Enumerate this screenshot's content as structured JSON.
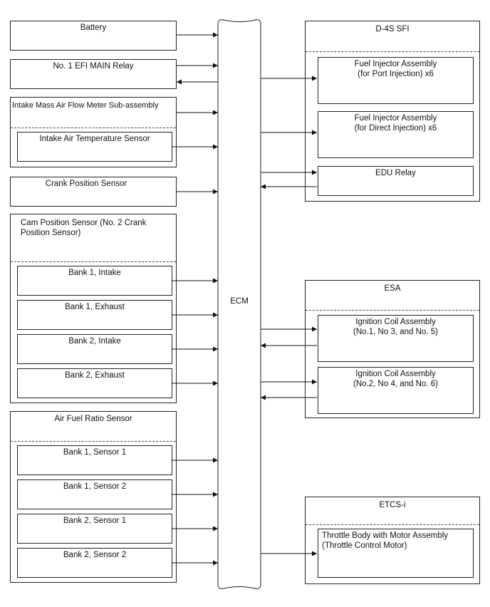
{
  "ecm": {
    "label": "ECM"
  },
  "left": {
    "battery": "Battery",
    "efi_relay": "No. 1 EFI MAIN Relay",
    "maf": {
      "title": "Intake Mass Air Flow Meter Sub-assembly",
      "sub": "Intake Air Temperature Sensor"
    },
    "crank": "Crank Position Sensor",
    "cam": {
      "title_line1": "Cam Position Sensor (No. 2 Crank",
      "title_line2": "Position Sensor)",
      "items": [
        "Bank 1, Intake",
        "Bank 1, Exhaust",
        "Bank 2, Intake",
        "Bank 2, Exhaust"
      ]
    },
    "afr": {
      "title": "Air Fuel Ratio Sensor",
      "items": [
        "Bank 1, Sensor 1",
        "Bank 1, Sensor 2",
        "Bank 2, Sensor 1",
        "Bank 2, Sensor 2"
      ]
    }
  },
  "right": {
    "d4s": {
      "title": "D-4S SFI",
      "port": {
        "line1": "Fuel Injector Assembly",
        "line2": "(for Port Injection) x6"
      },
      "direct": {
        "line1": "Fuel Injector Assembly",
        "line2": "(for Direct Injection) x6"
      },
      "edu": "EDU Relay"
    },
    "esa": {
      "title": "ESA",
      "coil1": {
        "line1": "Ignition Coil Assembly",
        "line2": "(No.1, No 3, and No. 5)"
      },
      "coil2": {
        "line1": "Ignition Coil Assembly",
        "line2": "(No.2, No 4, and No. 6)"
      }
    },
    "etcs": {
      "title": "ETCS-i",
      "throttle": {
        "line1": "Throttle Body with Motor Assembly",
        "line2": "(Throttle Control Motor)"
      }
    }
  }
}
